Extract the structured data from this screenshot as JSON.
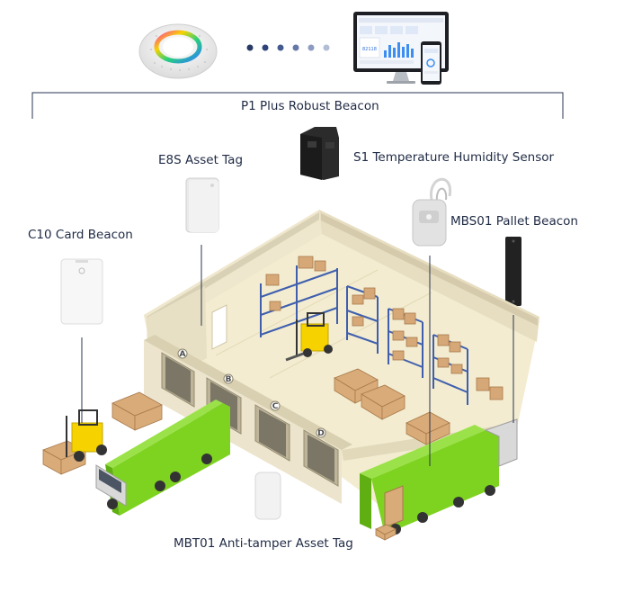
{
  "labels": {
    "gateway": "P1 Plus Robust Beacon",
    "e8s": "E8S Asset Tag",
    "s1": "S1 Temperature Humidity Sensor",
    "c10": "C10 Card Beacon",
    "mbs01": "MBS01 Pallet Beacon",
    "mbt01": "MBT01 Anti-tamper Asset Tag"
  },
  "dock_doors": [
    "A",
    "B",
    "C",
    "D"
  ],
  "dashboard": {
    "kpi": "82118"
  },
  "colors": {
    "label_text": "#1f2a44",
    "truck_green": "#7ed321",
    "wall": "#ece4cc",
    "floor": "#f3ecd0",
    "shelf_blue": "#3f5fae",
    "forklift_yellow": "#f5d200",
    "box": "#d6a877"
  }
}
